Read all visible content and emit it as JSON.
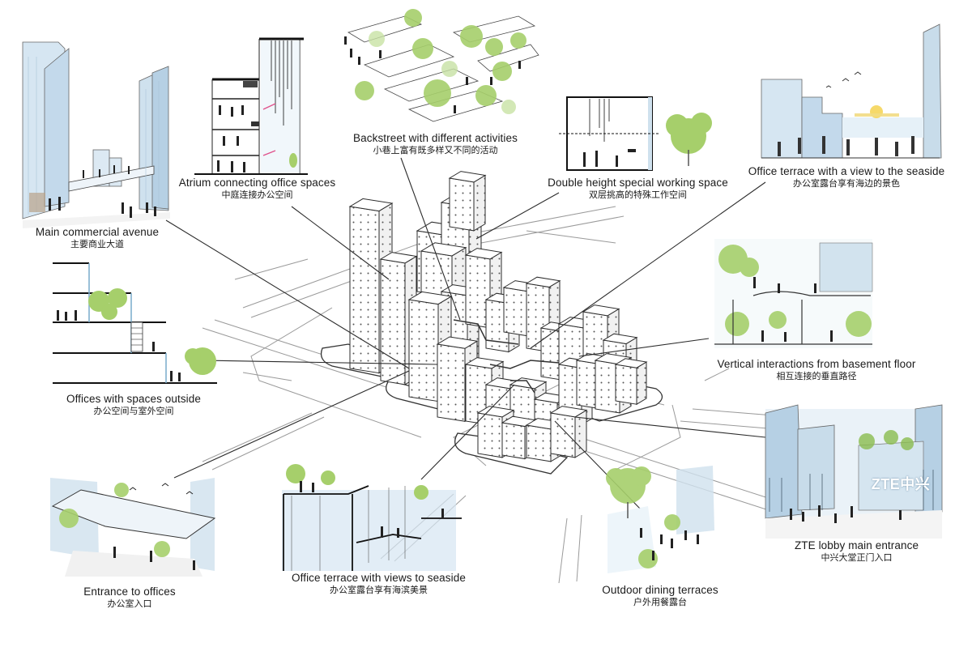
{
  "callouts": [
    {
      "id": "avenue",
      "en": "Main commercial avenue",
      "zh": "主要商业大道"
    },
    {
      "id": "atrium",
      "en": "Atrium connecting office spaces",
      "zh": "中庭连接办公空间"
    },
    {
      "id": "backstreet",
      "en": "Backstreet with different activities",
      "zh": "小巷上富有既多样又不同的活动"
    },
    {
      "id": "double",
      "en": "Double height special working space",
      "zh": "双层挑高的特殊工作空间"
    },
    {
      "id": "seaside",
      "en": "Office terrace with a view to the seaside",
      "zh": "办公室露台享有海边的景色"
    },
    {
      "id": "outside",
      "en": "Offices with spaces outside",
      "zh": "办公空间与室外空间"
    },
    {
      "id": "vertical",
      "en": "Vertical interactions from basement floor",
      "zh": "相互连接的垂直路径"
    },
    {
      "id": "zte",
      "en": "ZTE lobby main entrance",
      "zh": "中兴大堂正门入口"
    },
    {
      "id": "entrance",
      "en": "Entrance to offices",
      "zh": "办公室入口"
    },
    {
      "id": "terrace2",
      "en": "Office terrace with views to seaside",
      "zh": "办公室露台享有海滨美景"
    },
    {
      "id": "dining",
      "en": "Outdoor dining terraces",
      "zh": "户外用餐露台"
    }
  ],
  "signage": {
    "zte_logo": "ZTE中兴"
  },
  "colors": {
    "glass": "#c9dcea",
    "glass_dark": "#9fbfd8",
    "tree": "#a6cf6b",
    "tree_dark": "#8bbd4f",
    "line": "#2b2b2b"
  }
}
